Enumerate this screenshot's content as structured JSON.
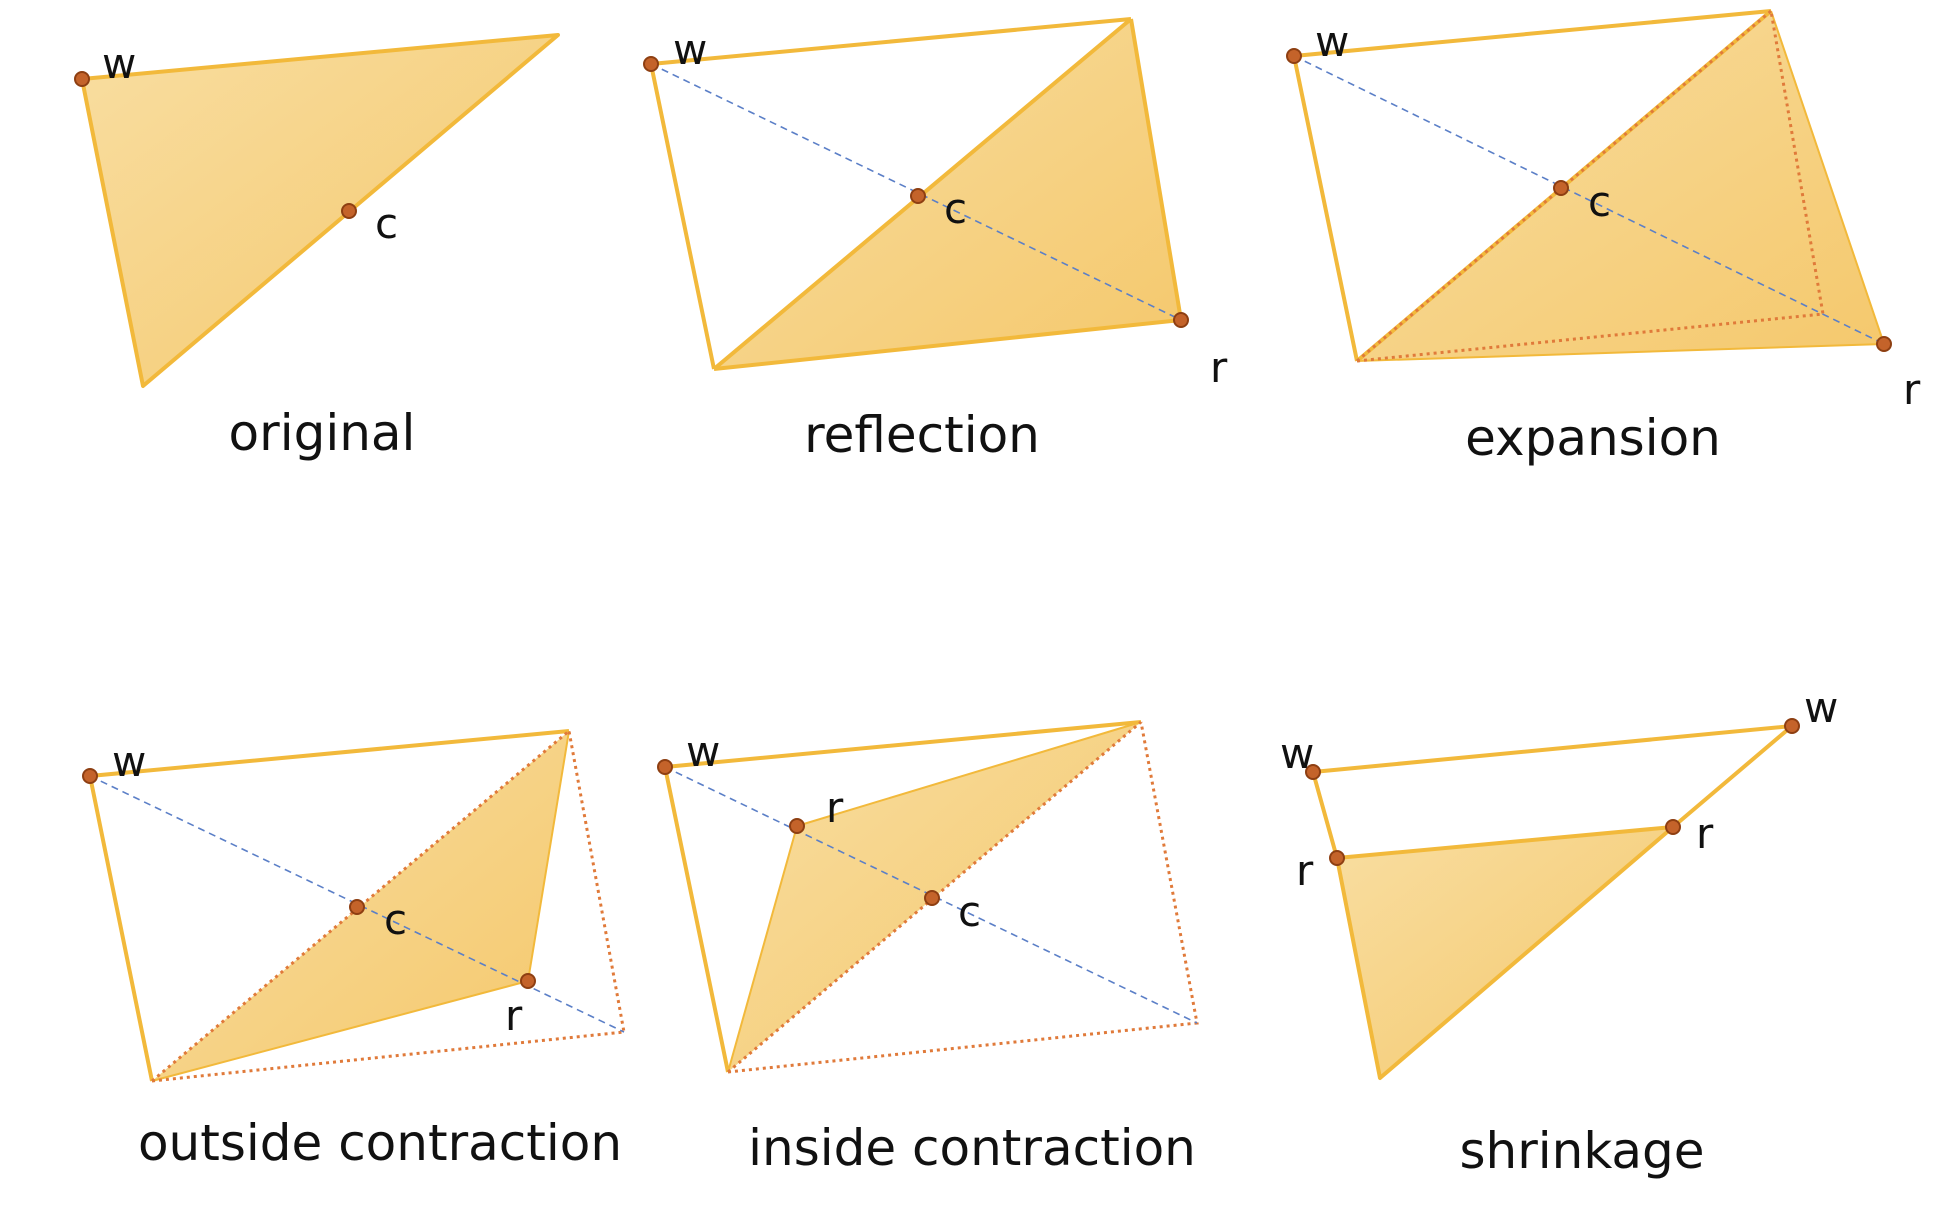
{
  "colors": {
    "stroke": "#F2B93B",
    "fill_light": "#F8DC9C",
    "fill_dark": "#F4C564",
    "point_fill": "#C4632A",
    "point_stroke": "#8E3F12",
    "centroid_line": "#5B7FC7",
    "dotted_edge": "#E07A3A",
    "text": "#111111"
  },
  "panels": [
    {
      "id": "original",
      "caption": "original",
      "labels": {
        "w": "w",
        "c": "c"
      }
    },
    {
      "id": "reflection",
      "caption": "reflection",
      "labels": {
        "w": "w",
        "c": "c",
        "r": "r"
      }
    },
    {
      "id": "expansion",
      "caption": "expansion",
      "labels": {
        "w": "w",
        "c": "c",
        "r": "r"
      }
    },
    {
      "id": "outside-contraction",
      "caption": "outside contraction",
      "labels": {
        "w": "w",
        "c": "c",
        "r": "r"
      }
    },
    {
      "id": "inside-contraction",
      "caption": "inside contraction",
      "labels": {
        "w": "w",
        "c": "c",
        "r": "r"
      }
    },
    {
      "id": "shrinkage",
      "caption": "shrinkage",
      "labels": {
        "w1": "w",
        "w2": "w",
        "r1": "r",
        "r2": "r"
      }
    }
  ]
}
